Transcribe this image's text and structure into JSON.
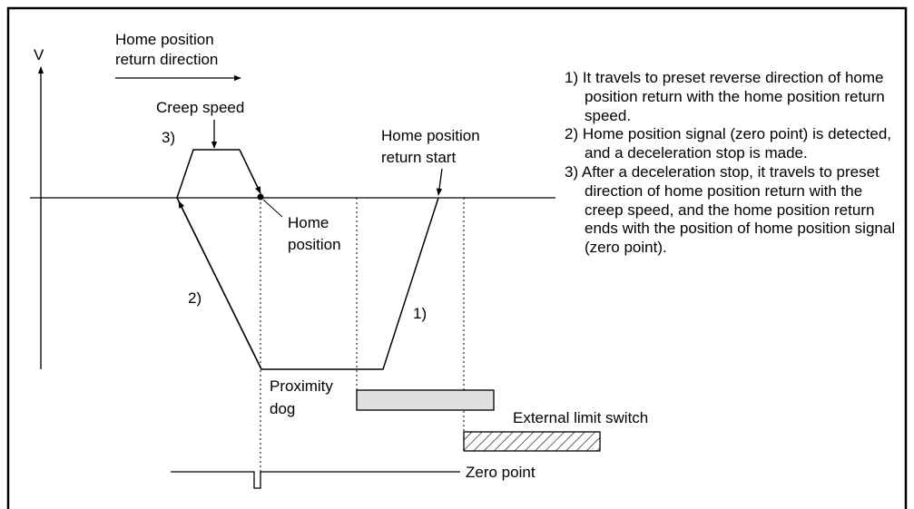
{
  "axis": {
    "v_label": "V"
  },
  "direction": {
    "line1": "Home position",
    "line2": "return direction"
  },
  "labels": {
    "creep_speed": "Creep speed",
    "start_line1": "Home position",
    "start_line2": "return start",
    "home_line1": "Home",
    "home_line2": "position",
    "step1": "1)",
    "step2": "2)",
    "step3": "3)",
    "dog_line1": "Proximity",
    "dog_line2": "dog",
    "external_limit": "External limit switch",
    "zero_point": "Zero point"
  },
  "notes": [
    "1) It travels to preset reverse direction of home position return with the home position return speed.",
    "2) Home position signal (zero point) is detected, and a deceleration stop is made.",
    "3) After a deceleration stop, it travels to preset direction of home position return with the creep speed, and the home position return ends with the position of home position signal (zero point)."
  ],
  "colors": {
    "dog_fill": "#e0e0e0",
    "stroke": "#000000"
  }
}
